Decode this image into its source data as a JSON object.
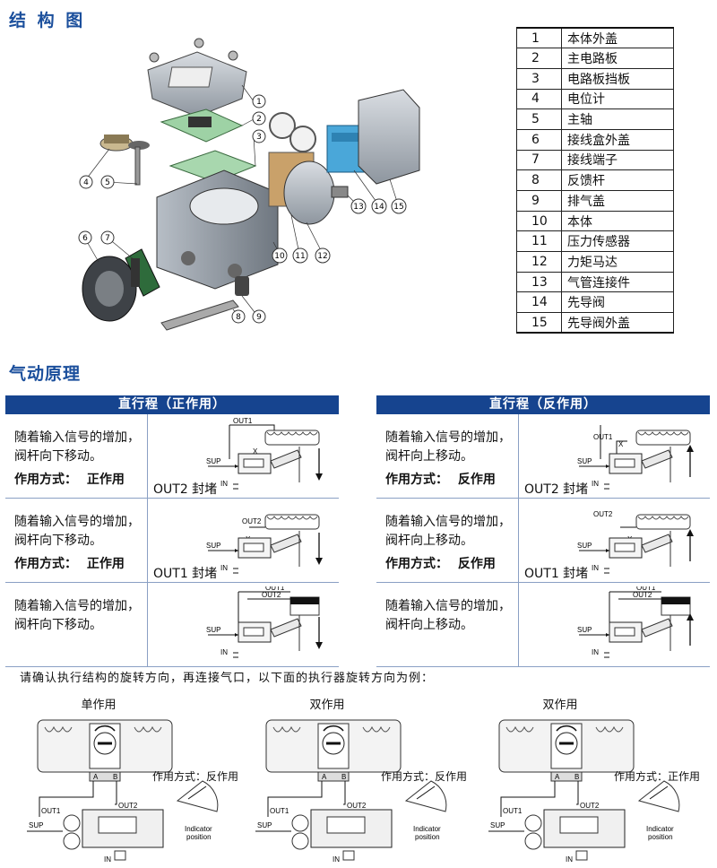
{
  "structure": {
    "title": "结 构 图",
    "callouts": [
      "1",
      "2",
      "3",
      "4",
      "5",
      "6",
      "7",
      "8",
      "9",
      "10",
      "11",
      "12",
      "13",
      "14",
      "15"
    ],
    "parts": [
      {
        "num": "1",
        "name": "本体外盖"
      },
      {
        "num": "2",
        "name": "主电路板"
      },
      {
        "num": "3",
        "name": "电路板挡板"
      },
      {
        "num": "4",
        "name": "电位计"
      },
      {
        "num": "5",
        "name": "主轴"
      },
      {
        "num": "6",
        "name": "接线盒外盖"
      },
      {
        "num": "7",
        "name": "接线端子"
      },
      {
        "num": "8",
        "name": "反馈杆"
      },
      {
        "num": "9",
        "name": "排气盖"
      },
      {
        "num": "10",
        "name": "本体"
      },
      {
        "num": "11",
        "name": "压力传感器"
      },
      {
        "num": "12",
        "name": "力矩马达"
      },
      {
        "num": "13",
        "name": "气管连接件"
      },
      {
        "num": "14",
        "name": "先导阀"
      },
      {
        "num": "15",
        "name": "先导阀外盖"
      }
    ]
  },
  "principle": {
    "title": "气动原理",
    "mode_label": "作用方式：",
    "direct": {
      "header": "直行程（正作用）",
      "rows": [
        {
          "desc": "随着输入信号的增加，阀杆向下移动。",
          "mode": "正作用",
          "seal": "OUT2 封堵"
        },
        {
          "desc": "随着输入信号的增加，阀杆向下移动。",
          "mode": "正作用",
          "seal": "OUT1 封堵"
        },
        {
          "desc": "随着输入信号的增加，阀杆向下移动。",
          "mode": "",
          "seal": ""
        }
      ]
    },
    "reverse": {
      "header": "直行程（反作用）",
      "rows": [
        {
          "desc": "随着输入信号的增加，阀杆向上移动。",
          "mode": "反作用",
          "seal": "OUT2 封堵"
        },
        {
          "desc": "随着输入信号的增加，阀杆向上移动。",
          "mode": "反作用",
          "seal": "OUT1 封堵"
        },
        {
          "desc": "随着输入信号的增加，阀杆向上移动。",
          "mode": "",
          "seal": ""
        }
      ]
    },
    "diagram_labels": {
      "out1": "OUT1",
      "out2": "OUT2",
      "sup": "SUP",
      "in": "IN",
      "x": "X"
    }
  },
  "rotary": {
    "note": "请确认执行结构的旋转方向，再连接气口，以下面的执行器旋转方向为例：",
    "actuators": [
      {
        "title": "单作用",
        "mode_text": "作用方式：反作用"
      },
      {
        "title": "双作用",
        "mode_text": "作用方式：反作用"
      },
      {
        "title": "双作用",
        "mode_text": "作用方式：正作用"
      }
    ],
    "labels": {
      "out1": "OUT1",
      "out2": "OUT2",
      "sup": "SUP",
      "in": "IN",
      "a": "A",
      "b": "B",
      "indicator": "Indicator",
      "position": "position"
    }
  }
}
